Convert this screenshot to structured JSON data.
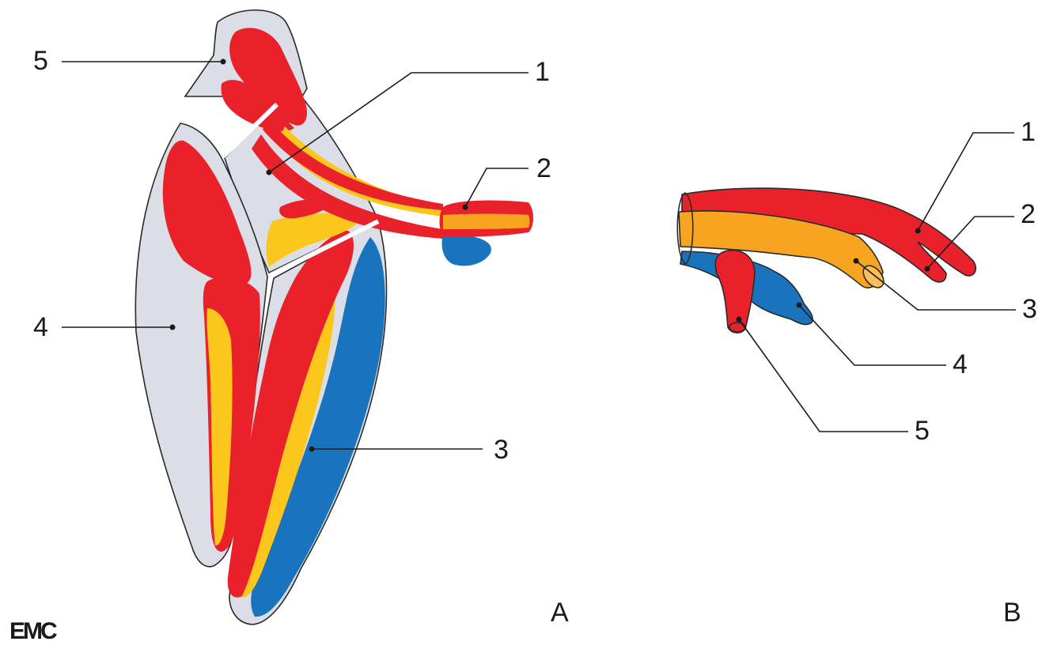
{
  "panels": {
    "A": {
      "letter": "A",
      "labels": [
        "1",
        "2",
        "3",
        "4",
        "5"
      ]
    },
    "B": {
      "letter": "B",
      "labels": [
        "1",
        "2",
        "3",
        "4",
        "5"
      ]
    }
  },
  "logo": "EMC",
  "colors": {
    "artery_red": "#e8212b",
    "vein_blue": "#1a74bd",
    "nerve_yellow": "#fcc71c",
    "orange": "#f7a520",
    "tissue_grey": "#dbdee6",
    "outline": "#2a2a2a"
  }
}
